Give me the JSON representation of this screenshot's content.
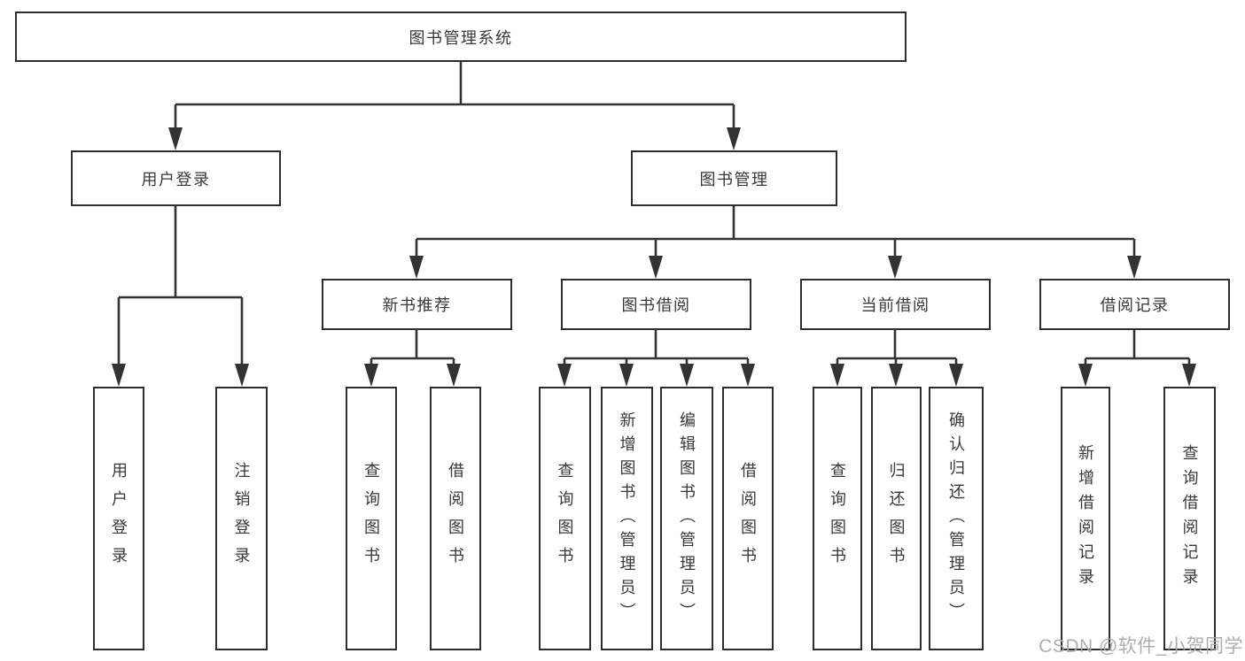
{
  "diagram": {
    "root": {
      "label": "图书管理系统"
    },
    "user_login": {
      "label": "用户登录",
      "children": {
        "login": "用户登录",
        "logout": "注销登录"
      }
    },
    "book_management": {
      "label": "图书管理"
    },
    "new_book": {
      "label": "新书推荐",
      "children": {
        "query": "查询图书",
        "borrow": "借阅图书"
      }
    },
    "book_borrow": {
      "label": "图书借阅",
      "children": {
        "query": "查询图书",
        "add": "新增图书（管理员）",
        "edit": "编辑图书（管理员）",
        "borrow": "借阅图书"
      }
    },
    "current_borrow": {
      "label": "当前借阅",
      "children": {
        "query": "查询图书",
        "return": "归还图书",
        "confirm": "确认归还（管理员）"
      }
    },
    "borrow_record": {
      "label": "借阅记录",
      "children": {
        "add": "新增借阅记录",
        "query": "查询借阅记录"
      }
    }
  },
  "watermark": {
    "text": "CSDN @软件_小贺同学"
  },
  "colors": {
    "line": "#333333",
    "box_border": "#2d2d2d",
    "box_fill": "#ffffff",
    "text": "#383838",
    "watermark": "#a5a5aa",
    "background": "#ffffff"
  }
}
